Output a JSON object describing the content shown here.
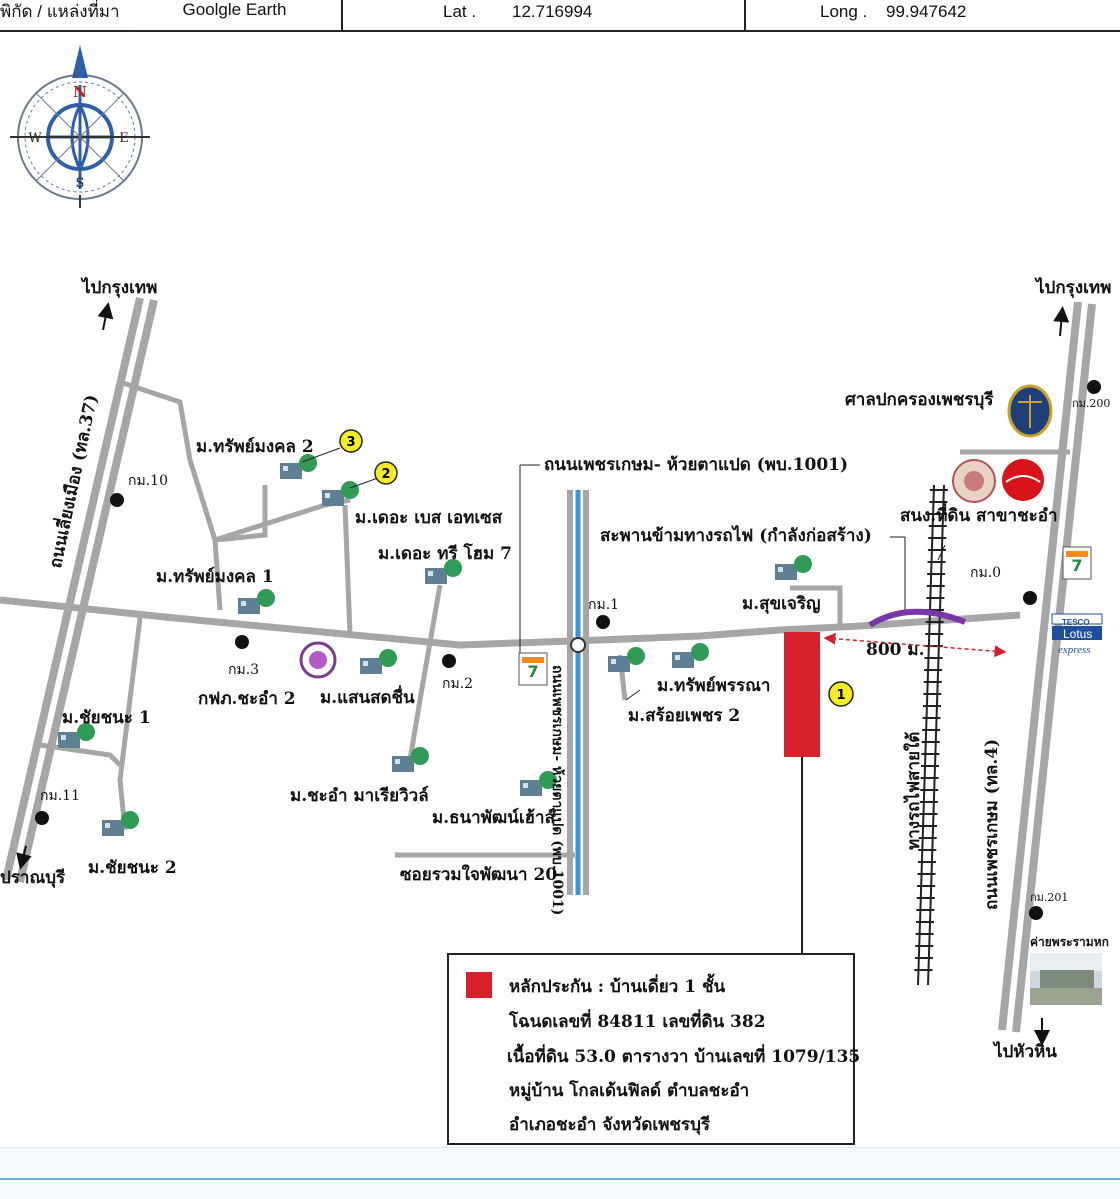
{
  "header": {
    "source_label": "พิกัด / แหล่งที่มา",
    "source_value": "Goolgle Earth",
    "lat_label": "Lat .",
    "lat_value": "12.716994",
    "long_label": "Long .",
    "long_value": "99.947642"
  },
  "compass": {
    "n": "N",
    "s": "S",
    "e": "E",
    "w": "W"
  },
  "directions": {
    "to_bangkok_left": "ไปกรุงเทพ",
    "to_bangkok_right": "ไปกรุงเทพ",
    "to_pranburi": "ปราณบุรี",
    "to_huahin": "ไปหัวหิน"
  },
  "roads": {
    "road37": "ถนนเลี่ยงเมือง (ทล.37)",
    "road4": "ถนนเพชรเกษม (ทล.4)",
    "road1001": "ถนนเพชรเกษม- ห้วยตาแปด (พบ.1001)",
    "railway": "ทางรถไฟสายใต้",
    "bridge": "สะพานข้ามทางรถไฟ (กำลังก่อสร้าง)",
    "soi20": "ซอยรวมใจพัฒนา 20",
    "distance": "800 ม."
  },
  "km_markers": {
    "km10": "กม.10",
    "km11": "กม.11",
    "km3": "กม.3",
    "km2": "กม.2",
    "km1": "กม.1",
    "km0": "กม.0",
    "km200": "กม.200",
    "km201": "กม.201"
  },
  "places": {
    "sap_mongkol_2": "ม.ทรัพย์มงคล 2",
    "the_best": "ม.เดอะ เบส เอทเซส",
    "the_tree_home": "ม.เดอะ ทรี โฮม 7",
    "sap_mongkol_1": "ม.ทรัพย์มงคล 1",
    "chaichana_1": "ม.ชัยชนะ 1",
    "chaichana_2": "ม.ชัยชนะ 2",
    "kfp_chaam": "กฟภ.ชะอำ 2",
    "saen_sodchuen": "ม.แสนสดชื่น",
    "chaam_marina": "ม.ชะอำ มาเรียวิวล์",
    "thana_phat": "ม.ธนาพัฒน์เฮ้าส์",
    "sukcharoen": "ม.สุขเจริญ",
    "sap_phanna": "ม.ทรัพย์พรรณา",
    "soi_phet_2": "ม.สร้อยเพชร 2",
    "court": "ศาลปกครองเพชรบุรี",
    "land_office": "สนง.ที่ดิน สาขาชะอำ",
    "army_camp": "ค่ายพระรามหก",
    "tesco": "TESCO",
    "lotus": "Lotus",
    "express": "express"
  },
  "markers": {
    "m1": "1",
    "m2": "2",
    "m3": "3"
  },
  "legend": {
    "line1": "หลักประกัน : บ้านเดี่ยว 1 ชั้น",
    "line2": "โฉนดเลขที่ 84811  เลขที่ดิน 382",
    "line3": "เนื้อที่ดิน 53.0 ตารางวา  บ้านเลขที่ 1079/135",
    "line4": "หมู่บ้าน  โกลเด้นฟิลด์ ตำบลชะอำ",
    "line5": "อำเภอชะอำ  จังหวัดเพชรบุรี"
  },
  "colors": {
    "road_gray": "#a6a6a6",
    "road_light": "#bdbdbd",
    "property_red": "#d8202d",
    "marker_yellow": "#f5ee1f",
    "canal_blue": "#3a97df",
    "bridge_purple": "#7a35a8",
    "seven_green": "#1e8a3c",
    "seven_orange": "#f28c1a",
    "footer_blue": "#5fb7e7"
  }
}
